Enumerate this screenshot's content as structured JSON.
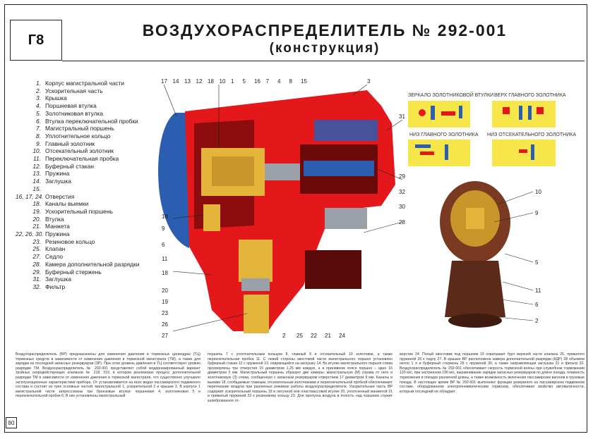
{
  "header": {
    "code": "Г8",
    "title": "ВОЗДУХОРАСПРЕДЕЛИТЕЛЬ № 292-001",
    "subtitle": "(конструкция)"
  },
  "legend": [
    {
      "num": "1.",
      "text": "Корпус магистральной части"
    },
    {
      "num": "2.",
      "text": "Ускорительная часть"
    },
    {
      "num": "3.",
      "text": "Крышка"
    },
    {
      "num": "4.",
      "text": "Поршневая втулка"
    },
    {
      "num": "5.",
      "text": "Золотниковая втулка"
    },
    {
      "num": "6.",
      "text": "Втулка переключательной пробки"
    },
    {
      "num": "7.",
      "text": "Магистральный поршень"
    },
    {
      "num": "8.",
      "text": "Уплотнительное кольцо"
    },
    {
      "num": "9.",
      "text": "Главный золотник"
    },
    {
      "num": "10.",
      "text": "Отсекательный золотник"
    },
    {
      "num": "11.",
      "text": "Переключательная пробка"
    },
    {
      "num": "12.",
      "text": "Буферный стакан"
    },
    {
      "num": "13.",
      "text": "Пружина"
    },
    {
      "num": "14.",
      "text": "Заглушка"
    },
    {
      "num": "15.",
      "text": ""
    },
    {
      "num": "16, 17, 24.",
      "text": "Отверстия"
    },
    {
      "num": "18.",
      "text": "Каналы выемки"
    },
    {
      "num": "19.",
      "text": "Ускорительный поршень"
    },
    {
      "num": "20.",
      "text": "Втулка"
    },
    {
      "num": "21.",
      "text": "Манжета"
    },
    {
      "num": "22, 26, 30.",
      "text": "Пружина"
    },
    {
      "num": "23.",
      "text": "Резиновое кольцо"
    },
    {
      "num": "25.",
      "text": "Клапан"
    },
    {
      "num": "27.",
      "text": "Седло"
    },
    {
      "num": "28.",
      "text": "Камера дополнительной разрядки"
    },
    {
      "num": "29.",
      "text": "Буферный стержень"
    },
    {
      "num": "31.",
      "text": "Заглушка"
    },
    {
      "num": "32.",
      "text": "Фильтр"
    }
  ],
  "callouts": {
    "top": [
      "17",
      "14",
      "13",
      "12",
      "18",
      "10",
      "1",
      "5",
      "16",
      "7",
      "4",
      "8",
      "15"
    ],
    "top_right": "3",
    "right": [
      "31",
      "29",
      "32",
      "30",
      "28"
    ],
    "left": [
      "18",
      "9",
      "6",
      "11",
      "18"
    ],
    "lower_left": [
      "20",
      "19",
      "23",
      "26",
      "27"
    ],
    "bottom": [
      "2",
      "25",
      "22",
      "21",
      "24"
    ],
    "photo": [
      "10",
      "9",
      "5",
      "11",
      "6",
      "2"
    ]
  },
  "details": {
    "mirror_sleeve": "ЗЕРКАЛО ЗОЛОТНИКОВОЙ ВТУЛКИ",
    "main_top": "ВЕРХ ГЛАВНОГО ЗОЛОТНИКА",
    "main_bottom": "НИЗ ГЛАВНОГО ЗОЛОТНИКА",
    "cutoff_bottom": "НИЗ ОТСЕКАТЕЛЬНОГО ЗОЛОТНИКА"
  },
  "text_columns": [
    "Воздухораспределитель (ВР) предназначены для изменения давления в тормозных цилиндрах (ТЦ) тормозных средств в зависимости от изменения давления в тормозной магистрали (ТМ), а также для зарядки из последней запасных резервуаров (ЗР). При этом уровень давления в ТЦ соответствует уровню разрядки ТМ. Воздухораспределитель № 292-001 представляет собой модернизированный вариант тройных скородействующих клапанов № 218, 219, в котором реализован процесс дополнительной разрядки ТМ в зависимости от изменения давления в тормозной магистрали, что существенно улучшило эксплуатационные характеристики прибора. От устанавливается на всех видах пассажирского подвижного состава и состоит из трех основных частей: магистральной 1, ускорительной 2 и крышки 3. В корпусе 1 магистральной части запрессованы три бронзовые втулки: поршневая 4, золотниковая 5 и переключательной пробки 6. В них установлены магистральный",
    "поршень 7 с уплотнительным кольцом 8, главный 9 и отсекательный 10 золотники, а также переключательная пробка 11. С левой стороны хвостовой части магистрального поршня установлен буферный стакан 12 с пружиной 13, опирающейся на заглушку 14. Во втулке магистрального поршня слева просверлены три отверстия 15 диаметром 1,25 мм каждое, а в приливном поясе поршня – одно 16 диаметром 2 мм. Магистральный поршень образует две камеры: магистральную (М) справа от него и золотниковую (З) слева, сообщенную с запасным резервуаром отверстием 17 диаметром 9 мм. Каналы и выемки 18, сообщаемые главным, отсекательным золотниками и переключательной пробкой обеспечивают перетекание воздуха при различных режимах работы воздухораспределителя. Ускорительная часть ВР содержит ускорительный поршень 19 в латунной или пластмассовой втулке 20, уплотненный манжетой 21 и прижатый пружиной 22 к резиновому кольцу 23. Для пропуска воздуха в полость над поршнем служит калиброванное от-",
    "верстие 24. Полый хвостовик под поршнем 19 охватывает бурт верхней части клапана 25, прижатого пружиной 26 к седлу 27. В крышке ВР расположена камера дополнительной разрядки (КДР) 28 объемом около 1 л и буферный стержень 29 с пружиной 30, а также направляющая заглушка 31 и фильтр 32. Воздухораспределитель № 292-001 обеспечивает скорость тормозной волны при служебном торможении 120 м/с, при экстренном 190 м/с, выравнивание зарядки запасных резервуаров по длине поезда, плавность торможения в поездах различной длины, а также возможность включения пассажирских вагонов в грузовые поезда. В настоящее время ВР № 292-001 выполняет функции резервного на пассажирском подвижном составе, оборудованном электропневматическим тормозом, обеспечивая свойство автоматичности, которым последний не обладает."
  ],
  "page_number": "80",
  "colors": {
    "body_red": "#e4171b",
    "dark_red": "#8b0d0d",
    "brass": "#e3b53a",
    "steel_blue": "#2b5db0",
    "photo_brown": "#7a3a22"
  }
}
